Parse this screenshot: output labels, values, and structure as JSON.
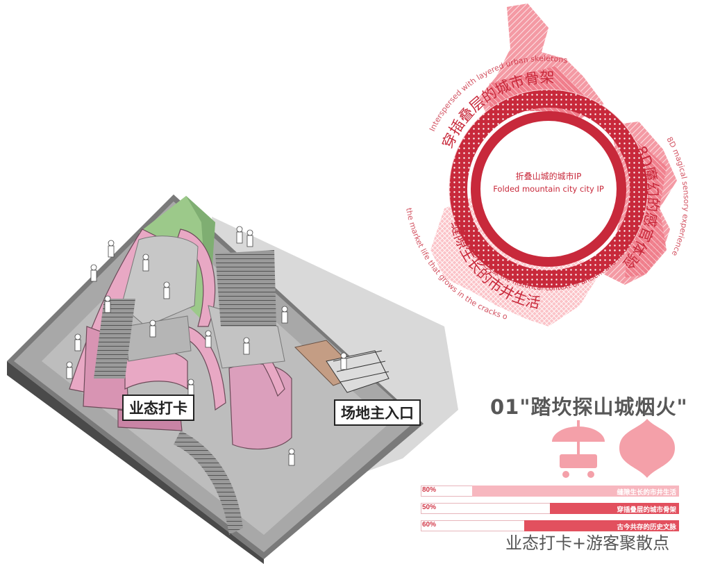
{
  "site_labels": {
    "business_checkin": "业态打卡",
    "main_entrance": "场地主入口"
  },
  "radial": {
    "center_cn": "折叠山城的城市IP",
    "center_en": "Folded mountain city city IP",
    "petal_top": "穿插叠层的城市骨架",
    "petal_right": "8D魔幻的感官体验",
    "petal_left": "缝隙生长的市井生活",
    "arc_top_en": "Interspersed with layered urban skeletons",
    "arc_top_cn": "穿插叠层的城市骨架",
    "arc_right_en": "8D magical sensory experience",
    "arc_left_en": "the market life that grows in the cracks of",
    "arc_inner": "古今共存的历史文脉 the historical context of ancient and modern coexist",
    "colors": {
      "ring": "#c8293b",
      "petal_light": "#f7a6ae",
      "petal_mid": "#ef7f8c"
    }
  },
  "section": {
    "title": "01\"踏坎探山城烟火\"",
    "icons": [
      "umbrella-stall-icon",
      "flower-badge-icon"
    ]
  },
  "bars": [
    {
      "percent": 80,
      "label": "缝隙生长的市井生活",
      "color": "#f7b7bf"
    },
    {
      "percent": 50,
      "label": "穿插叠层的城市骨架",
      "color": "#e2505e"
    },
    {
      "percent": 60,
      "label": "古今共存的历史文脉",
      "color": "#e2505e"
    }
  ],
  "footer": "业态打卡+游客聚散点"
}
